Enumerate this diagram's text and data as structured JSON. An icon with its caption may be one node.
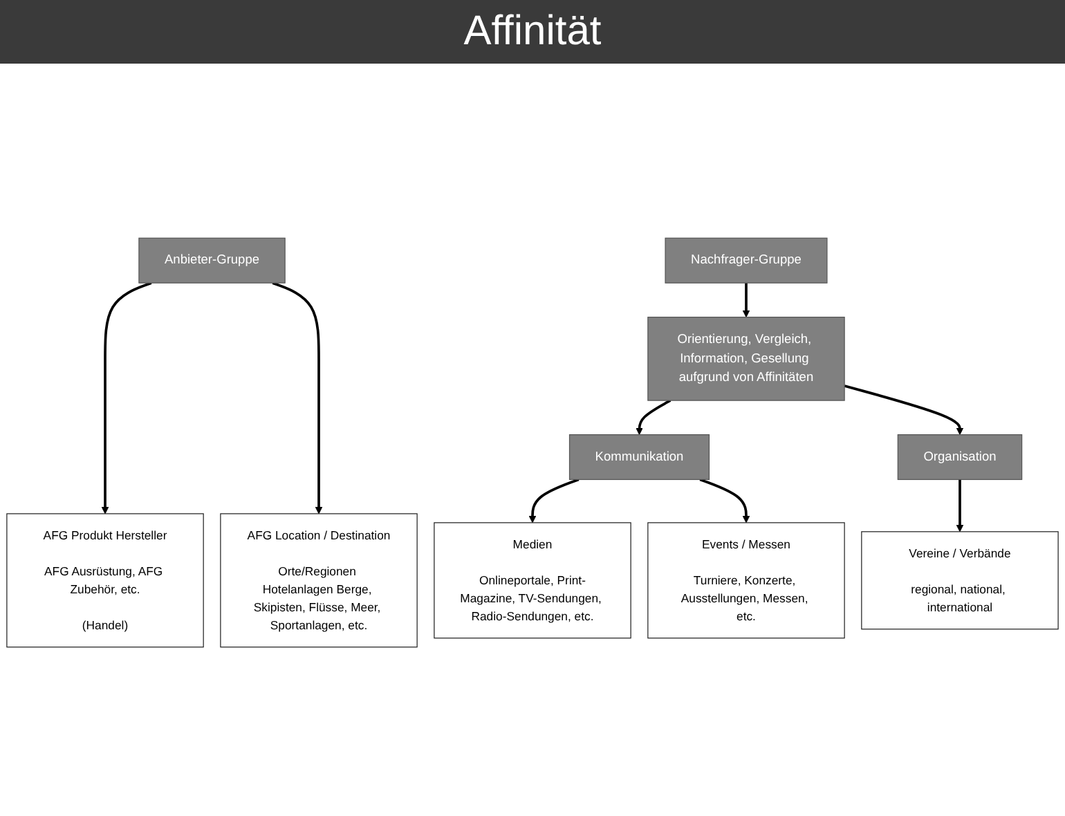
{
  "diagram": {
    "title": "Affinität",
    "nodes": [
      {
        "text": [
          "Anbieter-Gruppe"
        ]
      },
      {
        "text": [
          "Nachfrager-Gruppe"
        ]
      },
      {
        "text": [
          "Orientierung, Vergleich, Information, Gesellung aufgrund von Affinitäten"
        ]
      },
      {
        "text": [
          "Kommunikation"
        ]
      },
      {
        "text": [
          "Organisation"
        ]
      },
      {
        "text": [
          "AFG Produkt Hersteller",
          "AFG Ausrüstung, AFG Zubehör, etc.",
          "(Handel)"
        ]
      },
      {
        "text": [
          "AFG Location / Destination",
          "Orte/Regionen Hotelanlagen Berge, Skipisten, Flüsse, Meer, Sportanlagen, etc."
        ]
      },
      {
        "text": [
          "Medien",
          "Onlineportale, Print-Magazine, TV-Sendungen, Radio-Sendungen, etc."
        ]
      },
      {
        "text": [
          "Events / Messen",
          "Turniere, Konzerte, Ausstellungen, Messen, etc."
        ]
      },
      {
        "text": [
          "Vereine / Verbände",
          "regional, national, international"
        ]
      }
    ],
    "edges": [
      {
        "from": 0,
        "to": 5,
        "arrow": "to"
      },
      {
        "from": 0,
        "to": 6,
        "arrow": "to"
      },
      {
        "from": 1,
        "to": 2,
        "arrow": "to"
      },
      {
        "from": 2,
        "to": 3,
        "arrow": "to"
      },
      {
        "from": 2,
        "to": 4,
        "arrow": "to"
      },
      {
        "from": 3,
        "to": 7,
        "arrow": "to"
      },
      {
        "from": 3,
        "to": 8,
        "arrow": "to"
      },
      {
        "from": 4,
        "to": 9,
        "arrow": "to"
      }
    ]
  }
}
